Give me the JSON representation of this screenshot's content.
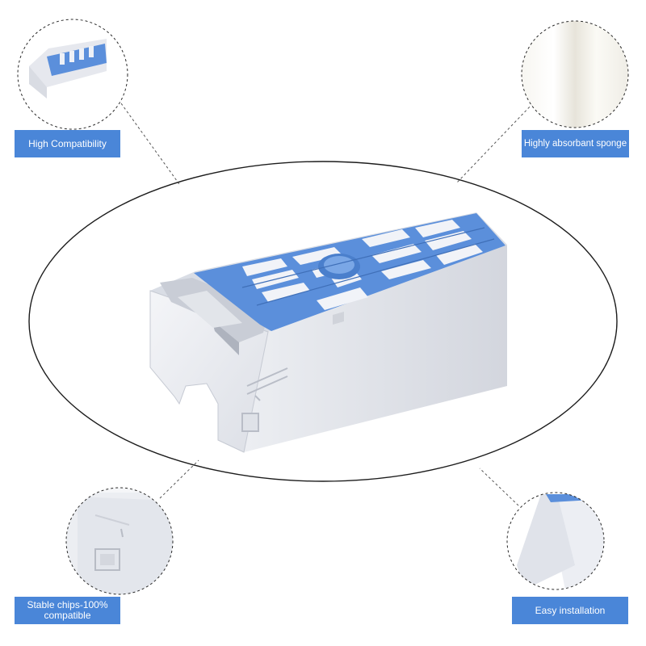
{
  "labels": {
    "top_left": "High Compatibility",
    "top_right": "Highly absorbant sponge",
    "bottom_left": "Stable chips-100% compatible",
    "bottom_right": "Easy installation"
  },
  "colors": {
    "label_bg": "#4a86d8",
    "label_text": "#ffffff",
    "accent_blue": "#4a86d8",
    "body_grey": "#e9ebf0"
  }
}
